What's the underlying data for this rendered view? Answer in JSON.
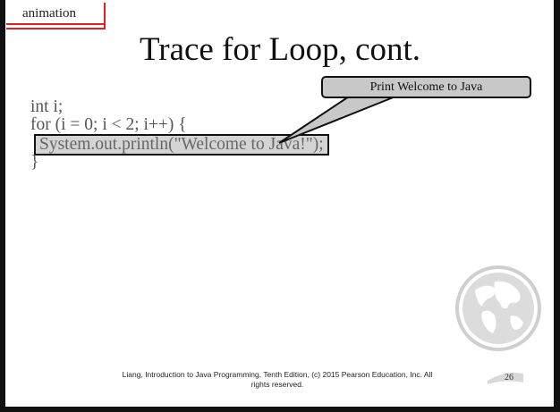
{
  "slide": {
    "tag_label": "animation",
    "title": "Trace for Loop, cont.",
    "code_lines": [
      "int i;",
      "for (i = 0; i < 2; i++) {",
      "System.out.println(\"Welcome to Java!\");",
      "}"
    ],
    "callout": "Print Welcome to Java",
    "footer_line1": "Liang, Introduction to Java Programming, Tenth Edition, (c) 2015 Pearson Education, Inc. All",
    "footer_line2": "rights reserved.",
    "page_number": "26"
  },
  "colors": {
    "tag_border": "#e02020",
    "highlight_fill": "#d4d4d4",
    "callout_fill": "#c8c8c8"
  }
}
